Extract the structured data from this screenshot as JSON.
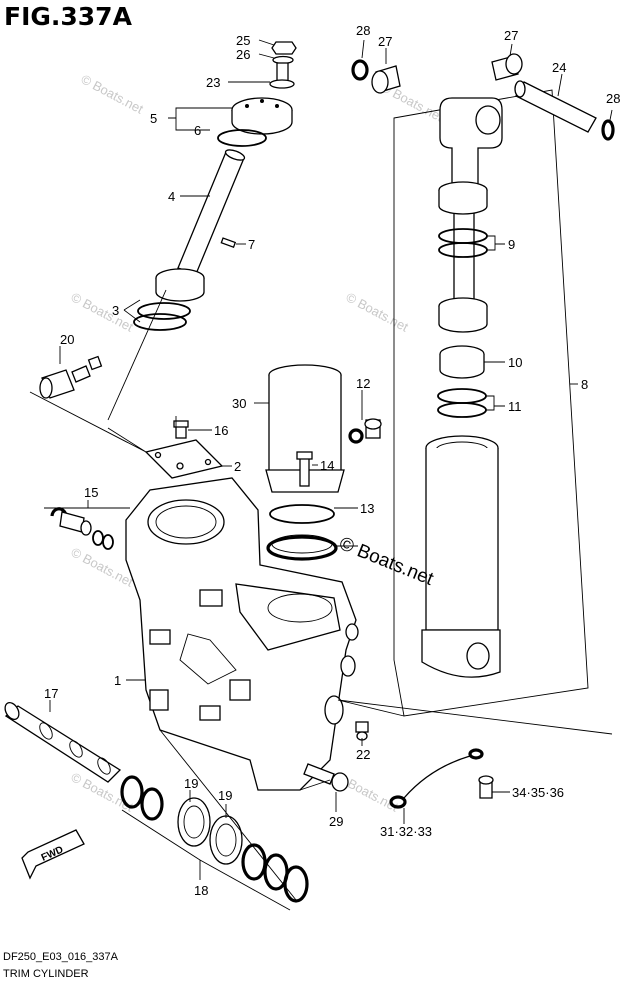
{
  "figure": {
    "title": "FIG.337A",
    "code": "DF250_E03_016_337A",
    "caption": "TRIM CYLINDER"
  },
  "callouts": {
    "c1": "1",
    "c2": "2",
    "c3": "3",
    "c4": "4",
    "c5": "5",
    "c6": "6",
    "c7": "7",
    "c8": "8",
    "c9": "9",
    "c10": "10",
    "c11": "11",
    "c12": "12",
    "c13": "13",
    "c14": "14",
    "c15": "15",
    "c16": "16",
    "c17": "17",
    "c18": "18",
    "c19a": "19",
    "c19b": "19",
    "c20": "20",
    "c22": "22",
    "c23": "23",
    "c24": "24",
    "c25": "25",
    "c26": "26",
    "c27a": "27",
    "c27b": "27",
    "c28a": "28",
    "c28b": "28",
    "c29": "29",
    "c30": "30",
    "c3133": "31·32·33",
    "c3436": "34·35·36"
  },
  "arrow": {
    "label": "FWD"
  },
  "watermark": {
    "text": "© Boats.net",
    "overlay": "© Boats.net"
  }
}
